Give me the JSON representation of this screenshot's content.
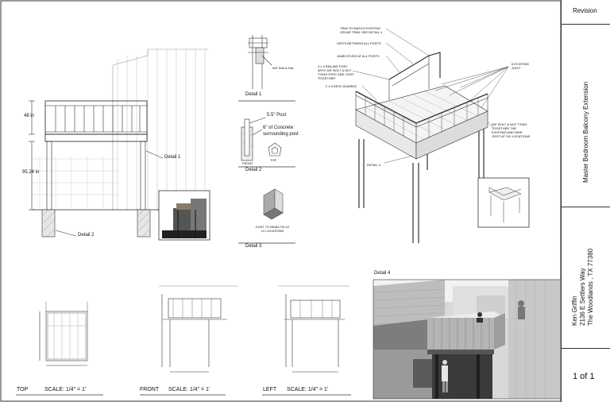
{
  "title_block": {
    "revision_label": "Revision",
    "project_title": "Master Bedroom Balcony Extension",
    "owner_name": "Ken Griffin",
    "owner_address": "2136 E Settlers Way",
    "owner_city": "The Woodlands , TX 77380",
    "page": "1 of 1"
  },
  "elevation": {
    "height_top": "48 in",
    "height_bottom": "95.24 in",
    "detail_1_callout": "Detail 1",
    "detail_2_callout": "Detail 2"
  },
  "details": {
    "detail_1": {
      "title": "Detail 1",
      "note": "5/8\" Bolt & Nut"
    },
    "detail_2": {
      "title": "Detail 2",
      "post": "5.5\" Post",
      "concrete": "6\" of Concrete surrounding post",
      "side_label": "FRONT",
      "top_label": "TOP"
    },
    "detail_3": {
      "title": "Detail 3",
      "note": "JOIST TO BEAM TIE AT 12 LOCATIONS"
    }
  },
  "iso": {
    "notes": [
      "TRIM TO MATCH EXISTING CEDAR TRIM. SEE DETAIL 4",
      "GIRTS BETWEEN ALL POSTS",
      "JAMB STUDS AT ALL POSTS",
      "4 x 4 RAILING POST WITH 5/8\" BOLT & NUT TYING POST AND JOIST TOGETHER",
      "2 x 6 DECK BOARDS"
    ],
    "existing_joist": "6 EXISTING JOIST",
    "bolt_note": "5/8\" BOLT & NUT TYING TOGETHER THE EXISTING AND NEW JOIST AT SIX LOCATIONS",
    "detail_3_callout": "DETAIL 3"
  },
  "detail_4": {
    "title": "Detail 4"
  },
  "views": {
    "top": {
      "name": "TOP",
      "scale": "SCALE: 1/4\" = 1'"
    },
    "front": {
      "name": "FRONT",
      "scale": "SCALE: 1/4\" = 1'"
    },
    "left": {
      "name": "LEFT",
      "scale": "SCALE: 1/4\" = 1'"
    }
  },
  "colors": {
    "line": "#222222",
    "hatch": "#555555",
    "render_sky": "#ffffff",
    "render_wall": "#c9c9c9",
    "render_dark": "#2a2a2a"
  }
}
